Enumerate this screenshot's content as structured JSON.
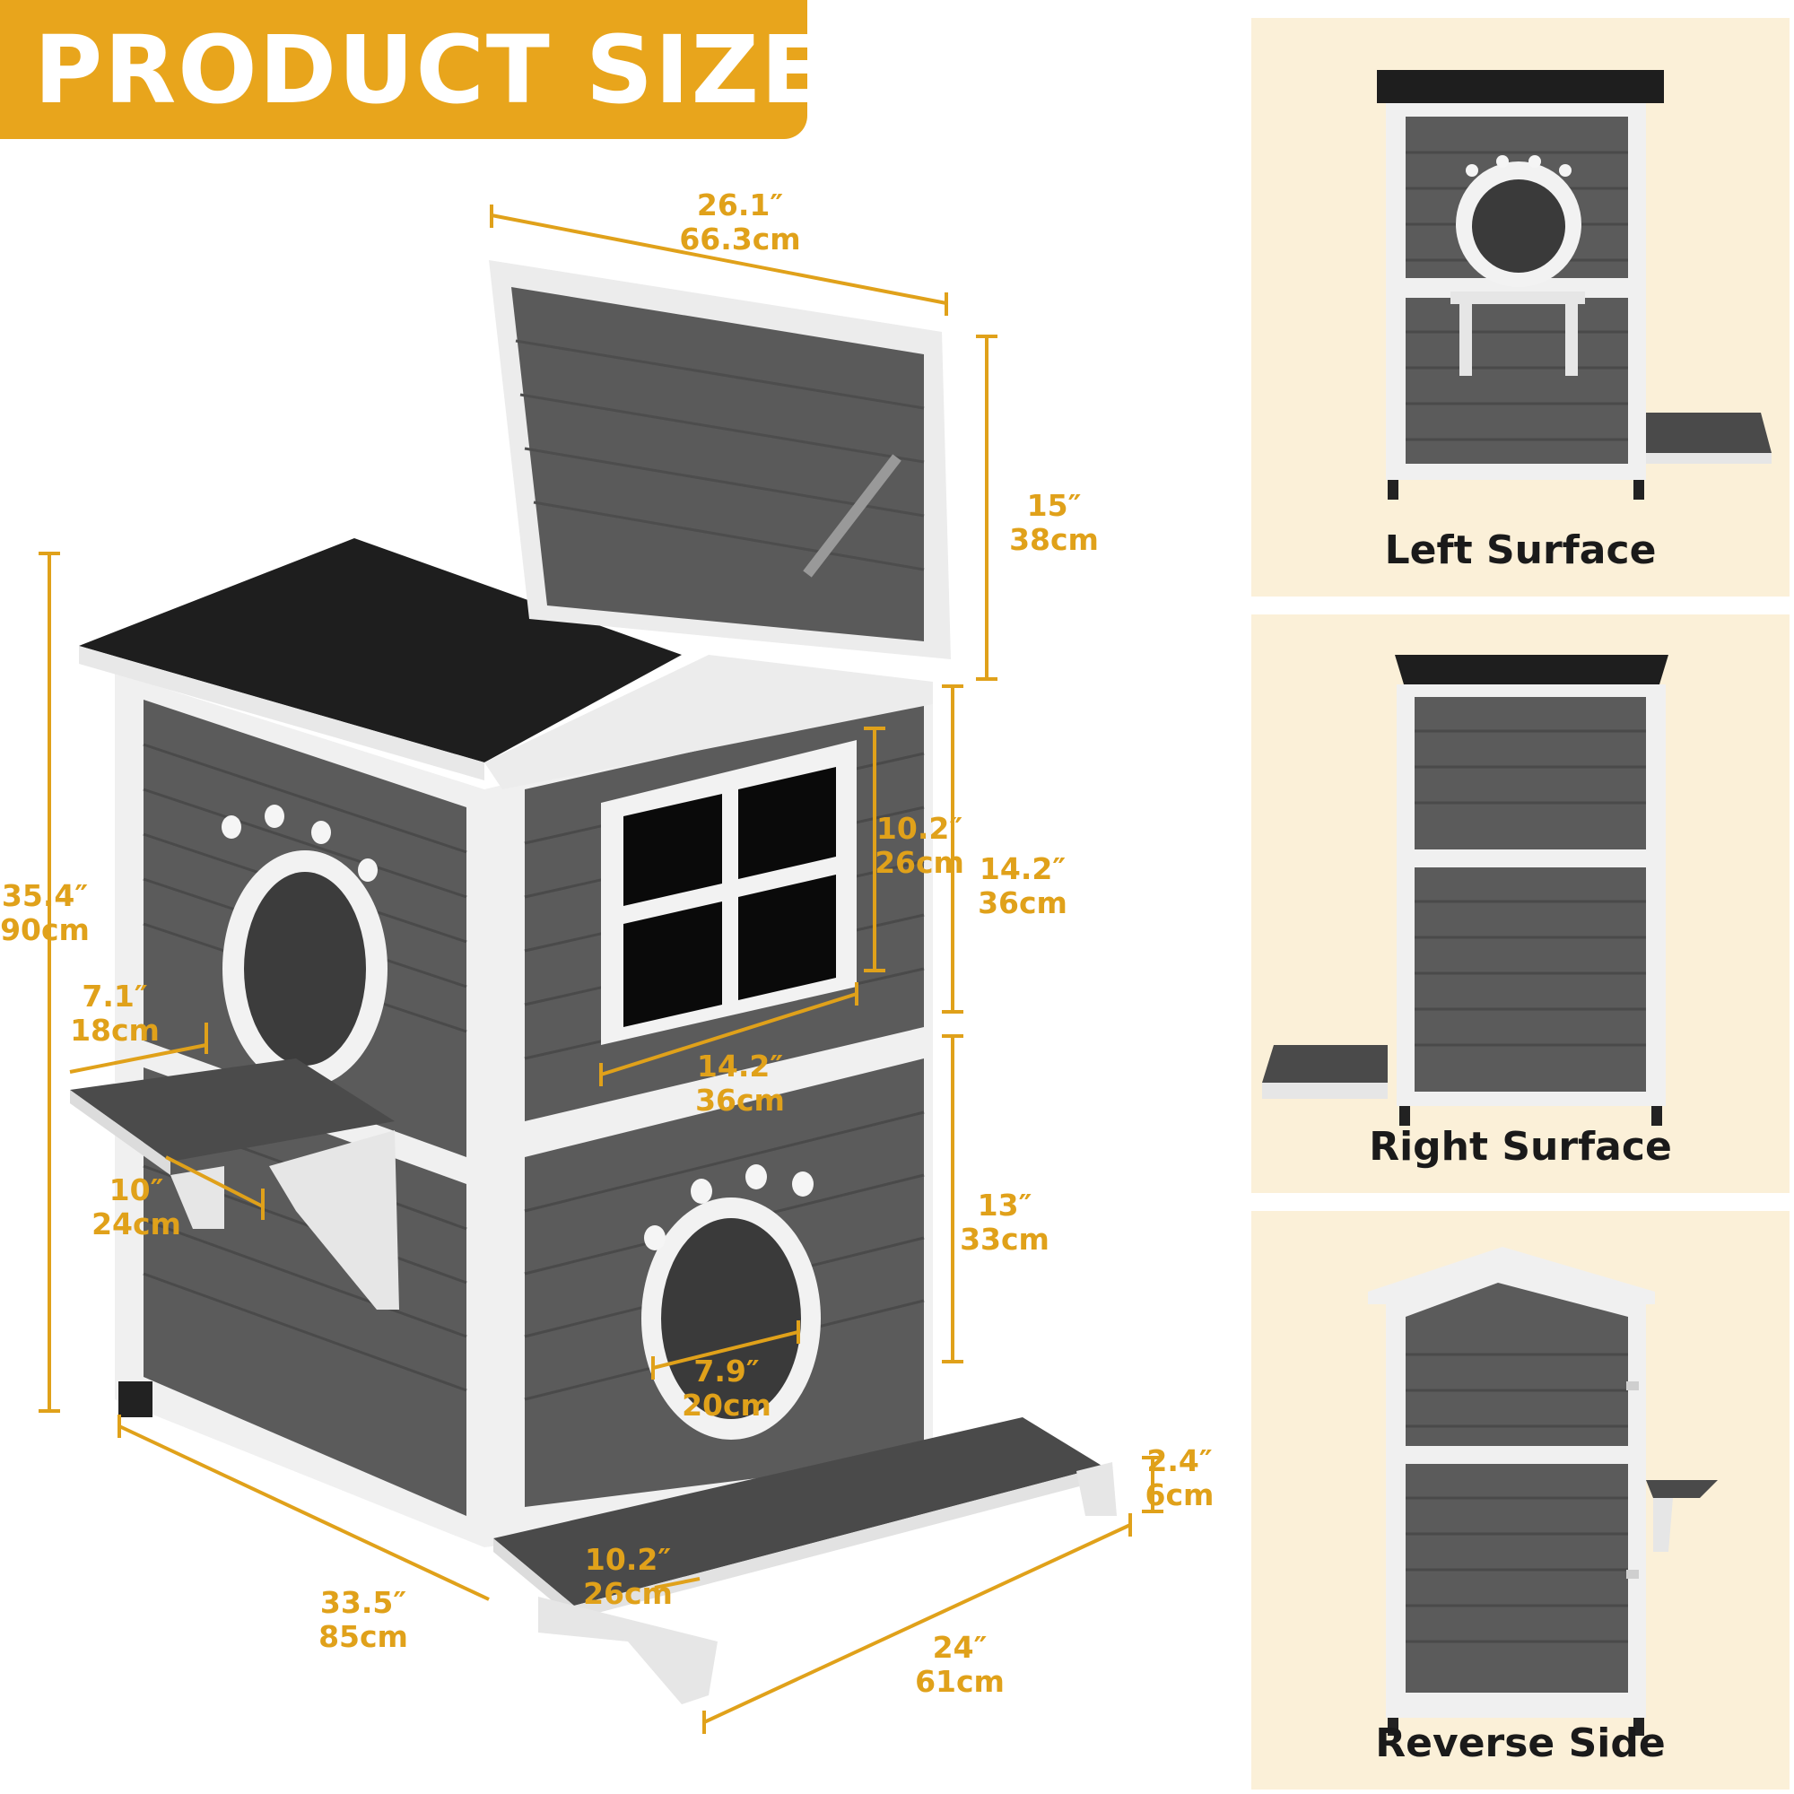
{
  "banner": {
    "title": "PRODUCT SIZE"
  },
  "colors": {
    "accent": "#e8a51c",
    "dimension": "#e0a11a",
    "panel_bg": "#fbf0d8",
    "wood": "#5b5b5b",
    "trim": "#f2f2f2",
    "roof": "#1e1e1e"
  },
  "dimensions": {
    "roof_width": {
      "in": "26.1″",
      "cm": "66.3cm"
    },
    "lid_height": {
      "in": "15″",
      "cm": "38cm"
    },
    "total_height": {
      "in": "35.4″",
      "cm": "90cm"
    },
    "window_height": {
      "in": "10.2″",
      "cm": "26cm"
    },
    "upper_height": {
      "in": "14.2″",
      "cm": "36cm"
    },
    "shelf_depth": {
      "in": "7.1″",
      "cm": "18cm"
    },
    "window_width": {
      "in": "14.2″",
      "cm": "36cm"
    },
    "shelf_width": {
      "in": "10″",
      "cm": "24cm"
    },
    "lower_height": {
      "in": "13″",
      "cm": "33cm"
    },
    "door_width": {
      "in": "7.9″",
      "cm": "20cm"
    },
    "step_height": {
      "in": "2.4″",
      "cm": "6cm"
    },
    "step_depth": {
      "in": "10.2″",
      "cm": "26cm"
    },
    "length": {
      "in": "33.5″",
      "cm": "85cm"
    },
    "width": {
      "in": "24″",
      "cm": "61cm"
    }
  },
  "views": [
    {
      "label": "Left Surface"
    },
    {
      "label": "Right Surface"
    },
    {
      "label": "Reverse Side"
    }
  ]
}
